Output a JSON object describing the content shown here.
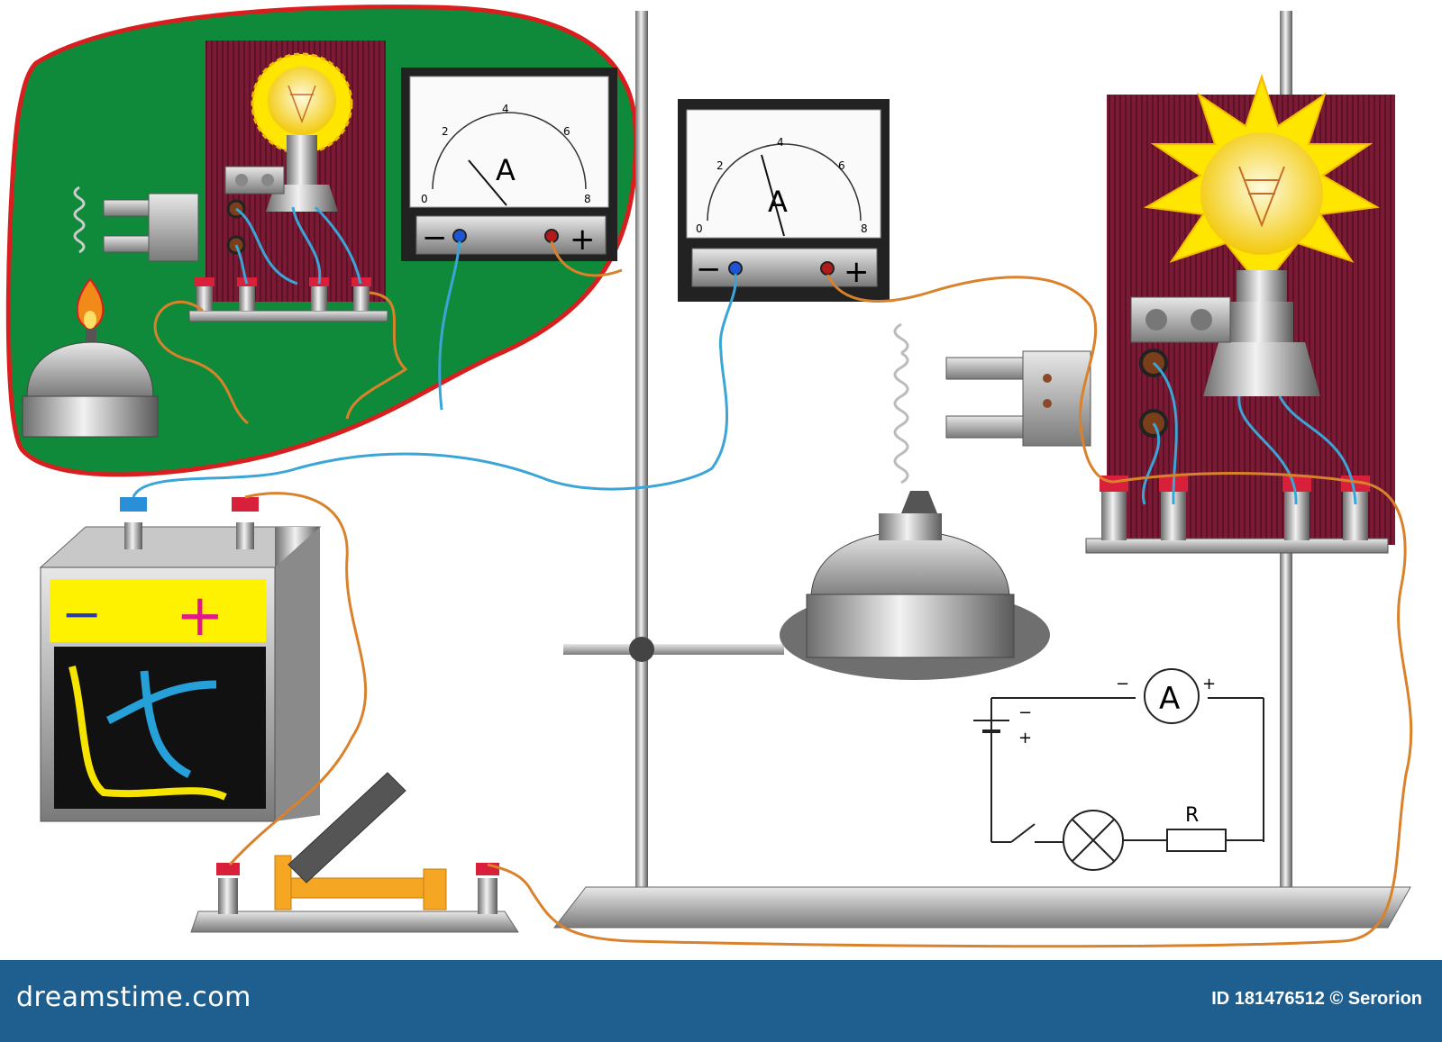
{
  "ammeter_small": {
    "unit": "A",
    "ticks": [
      "0",
      "2",
      "4",
      "6",
      "8"
    ],
    "minus": "−",
    "plus": "+"
  },
  "ammeter_large": {
    "unit": "A",
    "ticks": [
      "0",
      "2",
      "4",
      "6",
      "8"
    ],
    "minus": "−",
    "plus": "+"
  },
  "battery": {
    "minus": "−",
    "plus": "+"
  },
  "schematic": {
    "ammeter_label": "A",
    "ammeter_minus": "−",
    "ammeter_plus": "+",
    "battery_minus": "−",
    "battery_plus": "+",
    "resistor_label": "R"
  },
  "footer": {
    "brand": "dreamstime.com",
    "credit": "ID 181476512 © Serorion"
  },
  "colors": {
    "green_panel": "#0f8a3a",
    "panel_border": "#d81e1e",
    "maroon_board": "#7a1a35",
    "wire_blue": "#3aa5d6",
    "wire_orange": "#d9822b",
    "footer": "#1f5f8f"
  },
  "icons": [
    "lamp-icon",
    "flame-icon",
    "knife-switch-icon",
    "coil-icon",
    "spirit-lamp-icon"
  ]
}
